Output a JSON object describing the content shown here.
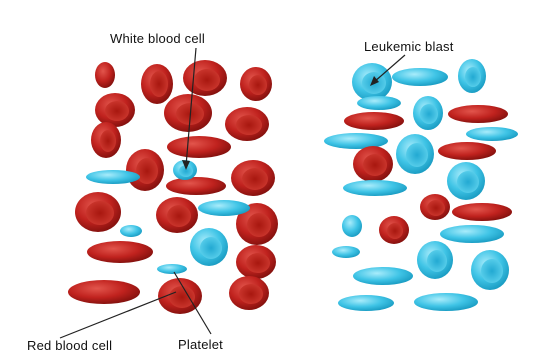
{
  "labels": {
    "white_blood_cell": "White blood cell",
    "leukemic_blast": "Leukemic blast",
    "red_blood_cell": "Red blood cell",
    "platelet": "Platelet"
  },
  "colors": {
    "red_cell": "#c0221e",
    "red_cell_dark": "#7e0f0c",
    "blue_cell": "#3fc4e6",
    "blue_cell_dark": "#1698bf",
    "pointer_line": "#222222"
  }
}
